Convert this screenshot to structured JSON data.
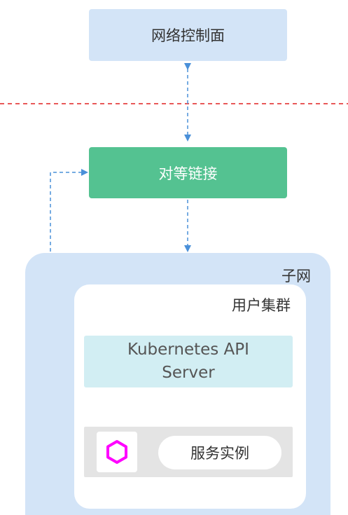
{
  "nodes": {
    "control_plane": "网络控制面",
    "peering": "对等链接",
    "subnet": "子网",
    "cluster": "用户集群",
    "api_server_line1": "Kubernetes API",
    "api_server_line2": "Server",
    "service": "服务实例"
  },
  "colors": {
    "control_plane_bg": "#d3e4f7",
    "peering_bg": "#54c291",
    "subnet_bg": "#d3e4f7",
    "api_server_bg": "#d2eef3",
    "service_row_bg": "#e4e4e4",
    "arrow": "#4a90d9",
    "boundary": "#e02020",
    "hexagon": "#ff00ff"
  },
  "icons": {
    "service_instance": "hexagon-icon"
  }
}
